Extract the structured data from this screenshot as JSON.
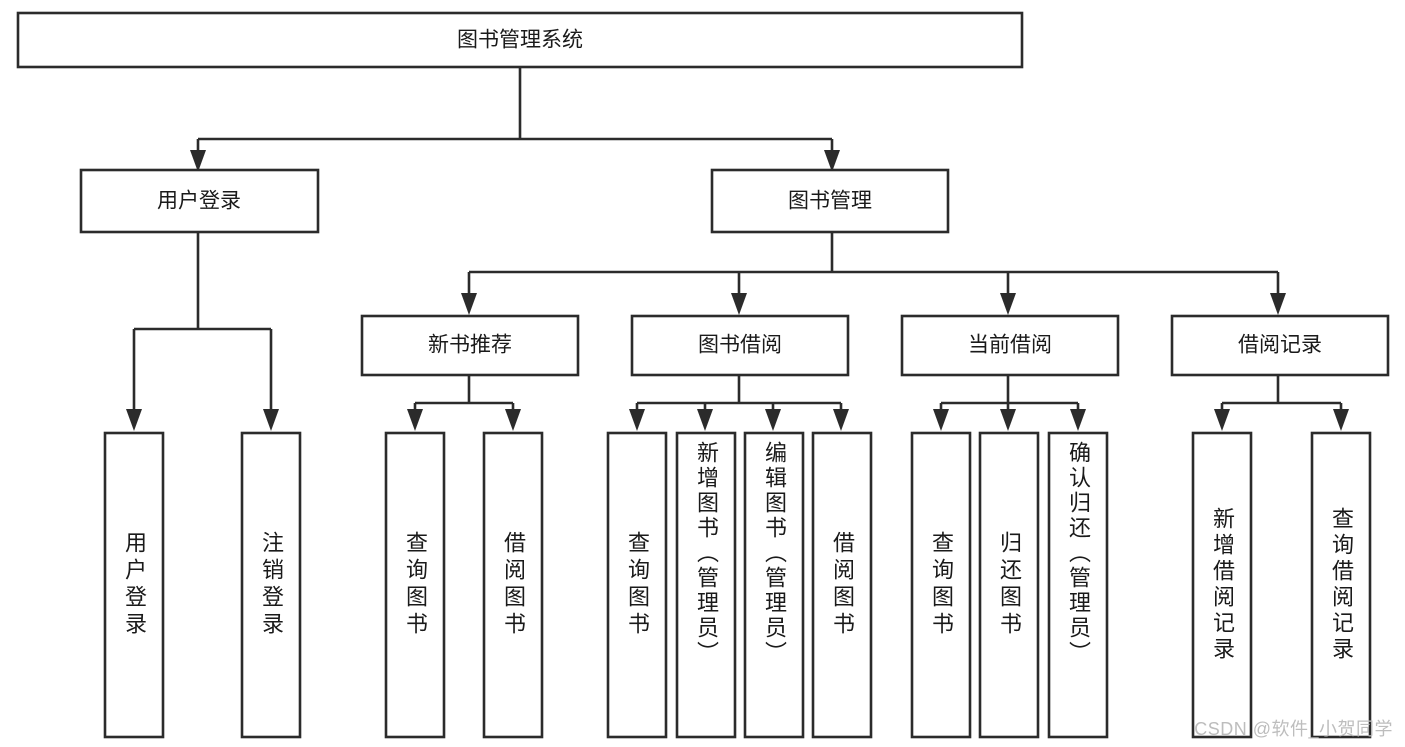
{
  "diagram": {
    "type": "tree",
    "title": "图书管理系统",
    "watermark": "CSDN @软件_小贺同学",
    "colors": {
      "box_stroke": "#2b2b2b",
      "box_fill": "#ffffff",
      "text": "#1a1a1a",
      "background": "#ffffff",
      "watermark": "#bdbdbd"
    },
    "levels": {
      "root": {
        "label": "图书管理系统"
      },
      "level2": [
        {
          "label": "用户登录"
        },
        {
          "label": "图书管理"
        }
      ],
      "level3": [
        {
          "label": "新书推荐"
        },
        {
          "label": "图书借阅"
        },
        {
          "label": "当前借阅"
        },
        {
          "label": "借阅记录"
        }
      ],
      "leaves": {
        "user_login": [
          {
            "label": "用户登录"
          },
          {
            "label": "注销登录"
          }
        ],
        "new_book": [
          {
            "label": "查询图书"
          },
          {
            "label": "借阅图书"
          }
        ],
        "book_borrow": [
          {
            "label": "查询图书"
          },
          {
            "label": "新增图书（管理员）"
          },
          {
            "label": "编辑图书（管理员）"
          },
          {
            "label": "借阅图书"
          }
        ],
        "current_borrow": [
          {
            "label": "查询图书"
          },
          {
            "label": "归还图书"
          },
          {
            "label": "确认归还（管理员）"
          }
        ],
        "borrow_record": [
          {
            "label": "新增借阅记录"
          },
          {
            "label": "查询借阅记录"
          }
        ]
      }
    }
  }
}
